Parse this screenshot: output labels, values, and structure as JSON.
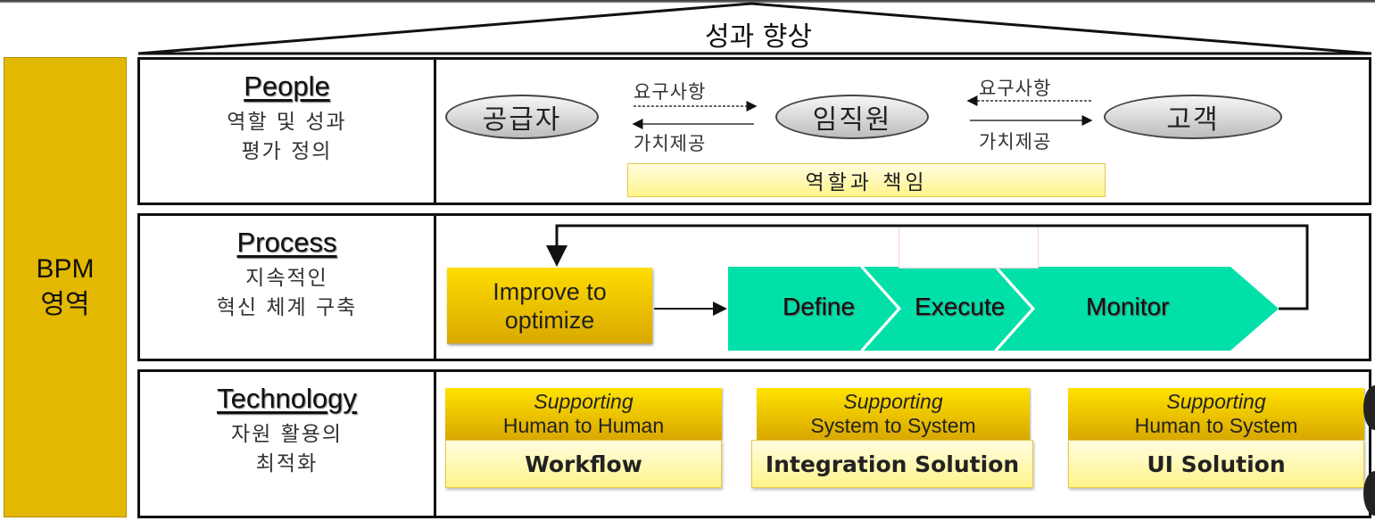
{
  "roof": {
    "title": "성과 향상"
  },
  "sidebar": {
    "line1": "BPM",
    "line2": "영역",
    "color": "#e2b800"
  },
  "rows": {
    "people": {
      "title": "People",
      "desc_line1": "역할 및 성과",
      "desc_line2": "평가 정의",
      "actors": [
        "공급자",
        "임직원",
        "고객"
      ],
      "left_arrows": {
        "requirement": "요구사항",
        "value": "가치제공"
      },
      "right_arrows": {
        "requirement": "요구사항",
        "value": "가치제공"
      },
      "roles_bar": "역할과 책임"
    },
    "process": {
      "title": "Process",
      "desc_line1": "지속적인",
      "desc_line2": "혁신 체계 구축",
      "improve_line1": "Improve to",
      "improve_line2": "optimize",
      "steps": [
        "Define",
        "Execute",
        "Monitor"
      ],
      "step_color": "#00e0a8"
    },
    "technology": {
      "title": "Technology",
      "desc_line1": "자원 활용의",
      "desc_line2": "최적화",
      "solutions": [
        {
          "supporting": "Supporting",
          "scope": "Human to Human",
          "name": "Workflow"
        },
        {
          "supporting": "Supporting",
          "scope": "System to System",
          "name": "Integration Solution"
        },
        {
          "supporting": "Supporting",
          "scope": "Human to System",
          "name": "UI Solution"
        }
      ]
    }
  }
}
